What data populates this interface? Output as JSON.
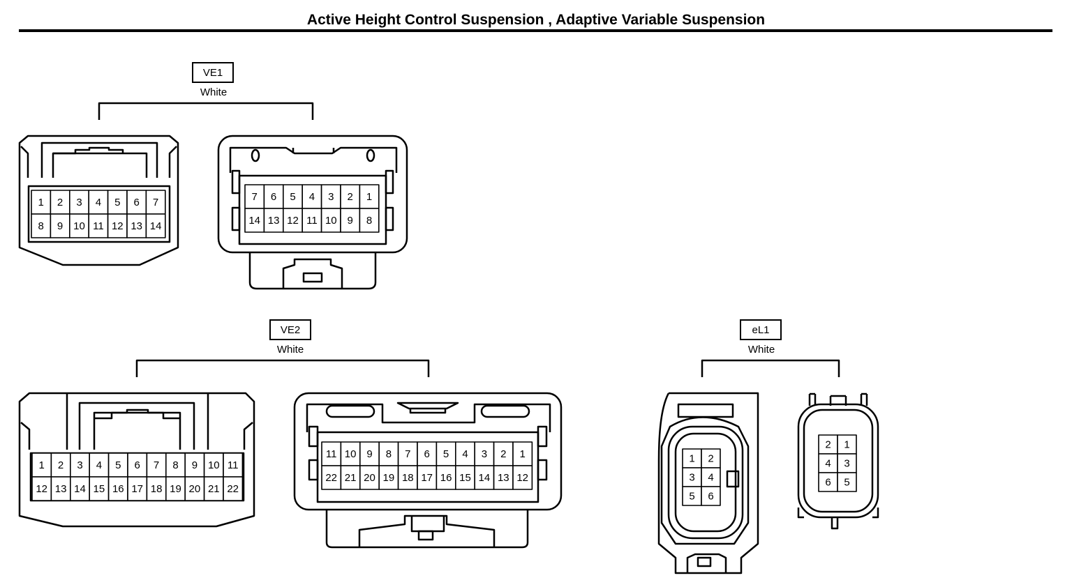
{
  "title": "Active Height Control Suspension , Adaptive Variable Suspension",
  "connectors": {
    "ve1": {
      "code": "VE1",
      "color": "White",
      "female_rows": [
        [
          "1",
          "2",
          "3",
          "4",
          "5",
          "6",
          "7"
        ],
        [
          "8",
          "9",
          "10",
          "11",
          "12",
          "13",
          "14"
        ]
      ],
      "male_rows": [
        [
          "7",
          "6",
          "5",
          "4",
          "3",
          "2",
          "1"
        ],
        [
          "14",
          "13",
          "12",
          "11",
          "10",
          "9",
          "8"
        ]
      ]
    },
    "ve2": {
      "code": "VE2",
      "color": "White",
      "female_rows": [
        [
          "1",
          "2",
          "3",
          "4",
          "5",
          "6",
          "7",
          "8",
          "9",
          "10",
          "11"
        ],
        [
          "12",
          "13",
          "14",
          "15",
          "16",
          "17",
          "18",
          "19",
          "20",
          "21",
          "22"
        ]
      ],
      "male_rows": [
        [
          "11",
          "10",
          "9",
          "8",
          "7",
          "6",
          "5",
          "4",
          "3",
          "2",
          "1"
        ],
        [
          "22",
          "21",
          "20",
          "19",
          "18",
          "17",
          "16",
          "15",
          "14",
          "13",
          "12"
        ]
      ]
    },
    "el1": {
      "code": "eL1",
      "color": "White",
      "female_rows": [
        [
          "1",
          "2"
        ],
        [
          "3",
          "4"
        ],
        [
          "5",
          "6"
        ]
      ],
      "male_rows": [
        [
          "2",
          "1"
        ],
        [
          "4",
          "3"
        ],
        [
          "6",
          "5"
        ]
      ]
    }
  }
}
